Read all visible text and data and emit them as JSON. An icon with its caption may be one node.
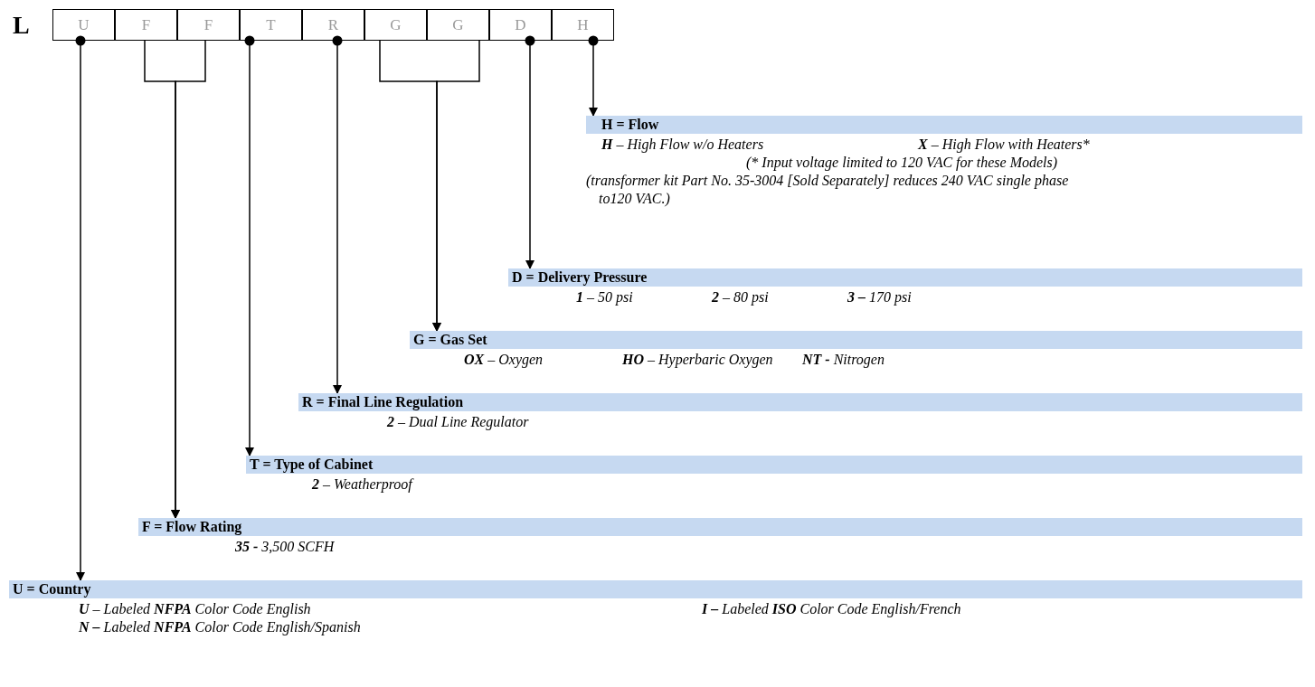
{
  "diagram": {
    "nodes": [
      {
        "text": [
          "U"
        ]
      },
      {
        "text": [
          "F"
        ]
      },
      {
        "text": [
          "F"
        ]
      },
      {
        "text": [
          "T"
        ]
      },
      {
        "text": [
          "R"
        ]
      },
      {
        "text": [
          "G"
        ]
      },
      {
        "text": [
          "G"
        ]
      },
      {
        "text": [
          "D"
        ]
      },
      {
        "text": [
          "H"
        ]
      },
      {
        "text": [
          "H = Flow",
          "**H** – High Flow w/o Heaters",
          "**X** – High Flow with Heaters*",
          "(* Input voltage limited to 120 VAC for these Models)",
          "(transformer kit Part No. 35-3004 [Sold Separately] reduces 240 VAC single phase to120 VAC.)"
        ]
      },
      {
        "text": [
          "D = Delivery Pressure",
          "**1** – 50 psi",
          "**2** – 80 psi",
          "**3 –** 170 psi"
        ]
      },
      {
        "text": [
          "G = Gas Set",
          "**OX** – Oxygen",
          "**HO** – Hyperbaric Oxygen",
          "**NT -** Nitrogen"
        ]
      },
      {
        "text": [
          "R = Final Line Regulation",
          "**2** – Dual Line Regulator"
        ]
      },
      {
        "text": [
          "T = Type of Cabinet",
          "**2** – Weatherproof"
        ]
      },
      {
        "text": [
          "F = Flow Rating",
          "**35 -** 3,500 SCFH"
        ]
      },
      {
        "text": [
          "U = Country",
          "**U** – Labeled **NFPA** Color Code English",
          "**I –** Labeled **ISO** Color Code English/French",
          "**N –** Labeled **NFPA** Color Code English/Spanish"
        ]
      }
    ],
    "edges": [
      {
        "from": 0,
        "to": 15,
        "arrow": "to"
      },
      {
        "from": 1,
        "to": 14,
        "arrow": "to"
      },
      {
        "from": 2,
        "to": 14,
        "arrow": "to"
      },
      {
        "from": 3,
        "to": 13,
        "arrow": "to"
      },
      {
        "from": 4,
        "to": 12,
        "arrow": "to"
      },
      {
        "from": 5,
        "to": 11,
        "arrow": "to"
      },
      {
        "from": 6,
        "to": 11,
        "arrow": "to"
      },
      {
        "from": 7,
        "to": 10,
        "arrow": "to"
      },
      {
        "from": 8,
        "to": 9,
        "arrow": "to"
      }
    ],
    "labels": [
      "L"
    ]
  }
}
